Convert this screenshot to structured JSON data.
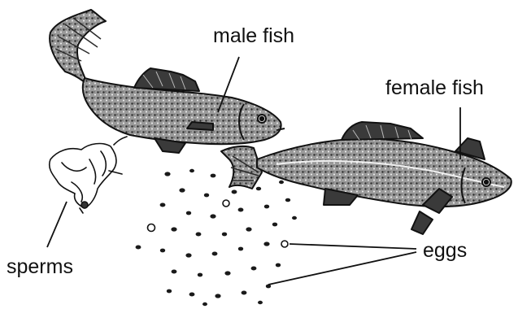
{
  "labels": {
    "male": "male fish",
    "female": "female fish",
    "sperms": "sperms",
    "eggs": "eggs"
  },
  "colors": {
    "ink": "#111111",
    "fish_body": "#8c8c8c",
    "fish_dark": "#3a3a3a",
    "background": "#ffffff"
  }
}
